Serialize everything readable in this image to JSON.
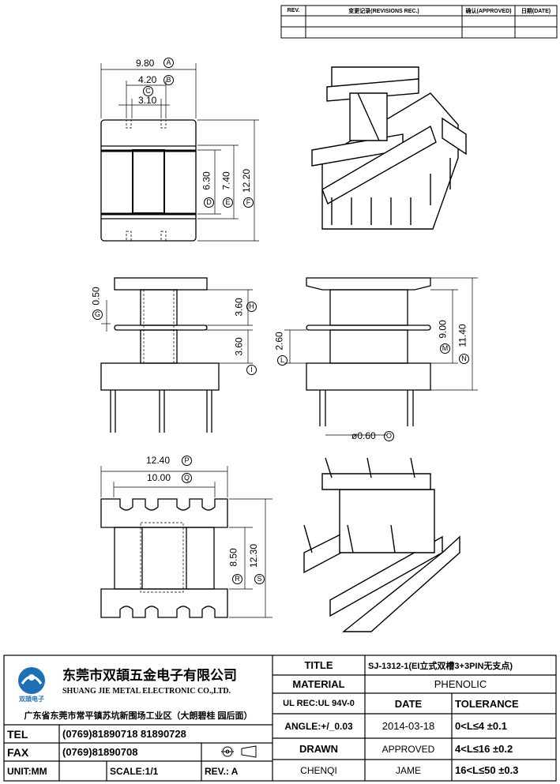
{
  "revisions": {
    "headers": {
      "rev": "REV.",
      "record": "变更记录(REVISIONS REC.)",
      "approved": "确认(APPROVED)",
      "date": "日期(DATE)"
    }
  },
  "dimensions": {
    "A": {
      "value": "9.80",
      "letter": "A"
    },
    "B": {
      "value": "4.20",
      "letter": "B"
    },
    "C": {
      "value": "",
      "letter": "C"
    },
    "C_val": {
      "value": "3.10"
    },
    "D": {
      "value": "6.30",
      "letter": "D"
    },
    "E": {
      "value": "7.40",
      "letter": "E"
    },
    "F": {
      "value": "12.20",
      "letter": "F"
    },
    "G": {
      "value": "0.50",
      "letter": "G"
    },
    "H": {
      "value": "3.60",
      "letter": "H"
    },
    "I": {
      "value": "3.60",
      "letter": "I"
    },
    "L": {
      "value": "2.60",
      "letter": "L"
    },
    "M": {
      "value": "9.00",
      "letter": "M"
    },
    "N": {
      "value": "11.40",
      "letter": "N"
    },
    "O": {
      "value": "ø0.60",
      "letter": "O"
    },
    "P": {
      "value": "12.40",
      "letter": "P"
    },
    "Q": {
      "value": "10.00",
      "letter": "Q"
    },
    "R": {
      "value": "8.50",
      "letter": "R"
    },
    "S": {
      "value": "12.30",
      "letter": "S"
    }
  },
  "title_block": {
    "company_cn": "东莞市双頡五金电子有限公司",
    "company_en": "SHUANG JIE METAL ELECTRONIC CO.,LTD.",
    "logo_text": "双頡电子",
    "address": "广东省东莞市常平镇苏坑新围场工业区（大朗碧桂 园后面）",
    "tel_label": "TEL",
    "tel_value": "(0769)81890718  81890728",
    "fax_label": "FAX",
    "fax_value": "(0769)81890708",
    "unit_label": "UNIT:MM",
    "scale_label": "SCALE:1/1",
    "rev_label": "REV.: A",
    "title_label": "TITLE",
    "title_value": "SJ-1312-1(EI立式双槽3+3PIN无支点)",
    "material_label": "MATERIAL",
    "material_value": "PHENOLIC",
    "ul_label": "UL REC:UL 94V-0",
    "date_label": "DATE",
    "tolerance_label": "TOLERANCE",
    "angle_label": "ANGLE:+/_0.03",
    "date_value": "2014-03-18",
    "tol1": "0<L≤4   ±0.1",
    "drawn_label": "DRAWN",
    "approved_label": "APPROVED",
    "tol2": "4<L≤16  ±0.2",
    "drawn_value": "CHENQI",
    "approved_value": "JAME",
    "tol3": "16<L≤50  ±0.3"
  }
}
